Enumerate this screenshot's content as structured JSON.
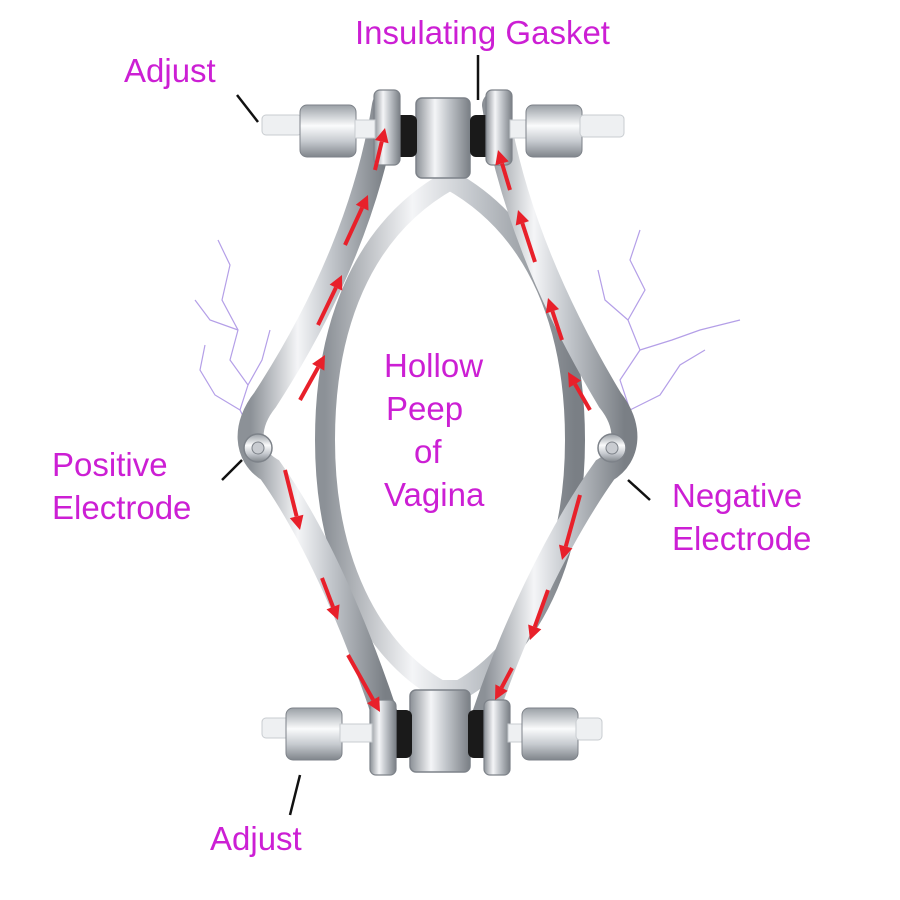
{
  "labels": {
    "insulating_gasket": "Insulating Gasket",
    "adjust_top": "Adjust",
    "adjust_bottom": "Adjust",
    "positive_electrode": [
      "Positive",
      "Electrode"
    ],
    "negative_electrode": [
      "Negative",
      "Electrode"
    ],
    "hollow_peep": [
      "Hollow",
      "Peep",
      "of",
      "Vagina"
    ]
  },
  "colors": {
    "label_text": "#cc1fd4",
    "current_arrow": "#e8202a",
    "metal": "#c9ccd1",
    "metal_dark": "#7d8289",
    "gasket": "#1a1a1a",
    "spark": "#9b7fe0",
    "thread": "#eef0f2",
    "leader": "#111111"
  },
  "icons": {
    "adjust_screw": "adjust-screw-icon",
    "gasket": "gasket-ring-icon",
    "electrode": "electrode-terminal-icon",
    "arrow": "current-arrow-icon",
    "spark": "spark-icon"
  }
}
